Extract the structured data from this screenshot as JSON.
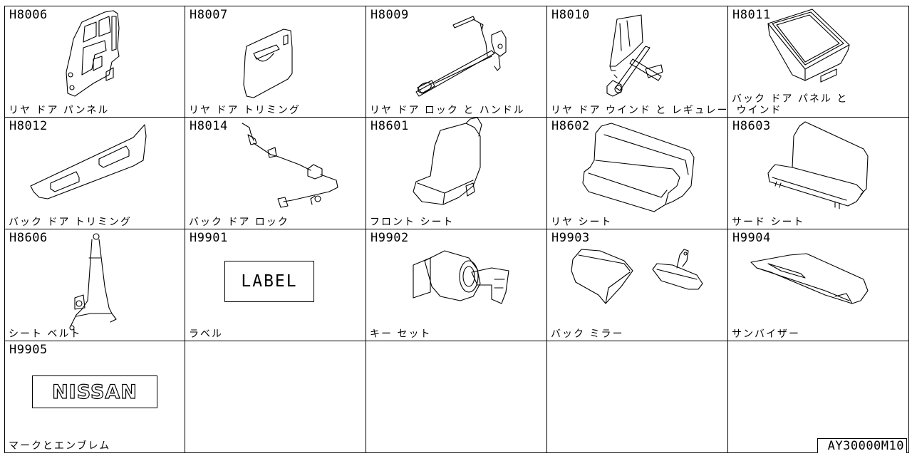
{
  "parts": [
    {
      "code": "H8006",
      "label": "リヤ ドア パンネル",
      "icon": "rear-door-panel-icon"
    },
    {
      "code": "H8007",
      "label": "リヤ ドア トリミング",
      "icon": "rear-door-trim-icon"
    },
    {
      "code": "H8009",
      "label": "リヤ ドア ロック と ハンドル",
      "icon": "rear-door-lock-handle-icon"
    },
    {
      "code": "H8010",
      "label": "リヤ ドア ウインド と レギュレータ",
      "icon": "rear-door-window-regulator-icon"
    },
    {
      "code": "H8011",
      "label": "バック ドア パネル と\n ウインド",
      "icon": "back-door-panel-window-icon"
    },
    {
      "code": "H8012",
      "label": "バック ドア トリミング",
      "icon": "back-door-trim-icon"
    },
    {
      "code": "H8014",
      "label": "バック ドア ロック",
      "icon": "back-door-lock-icon"
    },
    {
      "code": "H8601",
      "label": "フロント シート",
      "icon": "front-seat-icon"
    },
    {
      "code": "H8602",
      "label": "リヤ シート",
      "icon": "rear-seat-icon"
    },
    {
      "code": "H8603",
      "label": "サード シート",
      "icon": "third-seat-icon"
    },
    {
      "code": "H8606",
      "label": "シート ベルト",
      "icon": "seat-belt-icon"
    },
    {
      "code": "H9901",
      "label": "ラベル",
      "icon": "label-plate-icon",
      "box_text": "LABEL"
    },
    {
      "code": "H9902",
      "label": "キー セット",
      "icon": "key-set-icon"
    },
    {
      "code": "H9903",
      "label": "バック ミラー",
      "icon": "rear-view-mirror-icon"
    },
    {
      "code": "H9904",
      "label": "サンバイザー",
      "icon": "sun-visor-icon"
    },
    {
      "code": "H9905",
      "label": "マークとエンブレム",
      "icon": "nissan-emblem-icon",
      "box_text": "NISSAN"
    }
  ],
  "reference_code": "AY30000M10"
}
